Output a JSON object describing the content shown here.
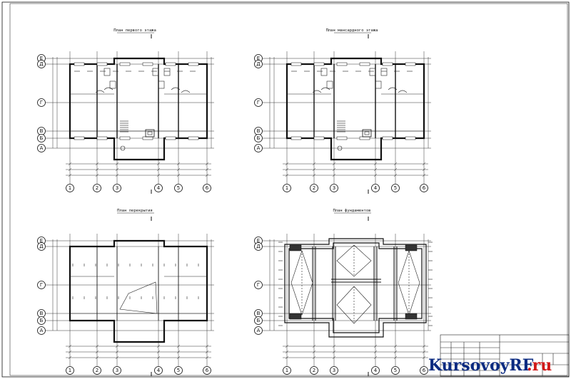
{
  "sheet": {
    "titles": {
      "plan1": "План первого этажа",
      "plan2": "План мансардного этажа",
      "plan3": "План перекрытия",
      "plan4": "План фундаментов"
    },
    "axes_rows": [
      "Е",
      "Д",
      "Г",
      "В",
      "Б",
      "А"
    ],
    "axes_cols": [
      "1",
      "2",
      "3",
      "4",
      "5",
      "6"
    ],
    "watermark": {
      "part1": "KursovoyRF",
      "part2": ".ru"
    },
    "colors": {
      "ink": "#111111",
      "watermark_blue": "#0a2a80",
      "watermark_red": "#d01818"
    }
  }
}
